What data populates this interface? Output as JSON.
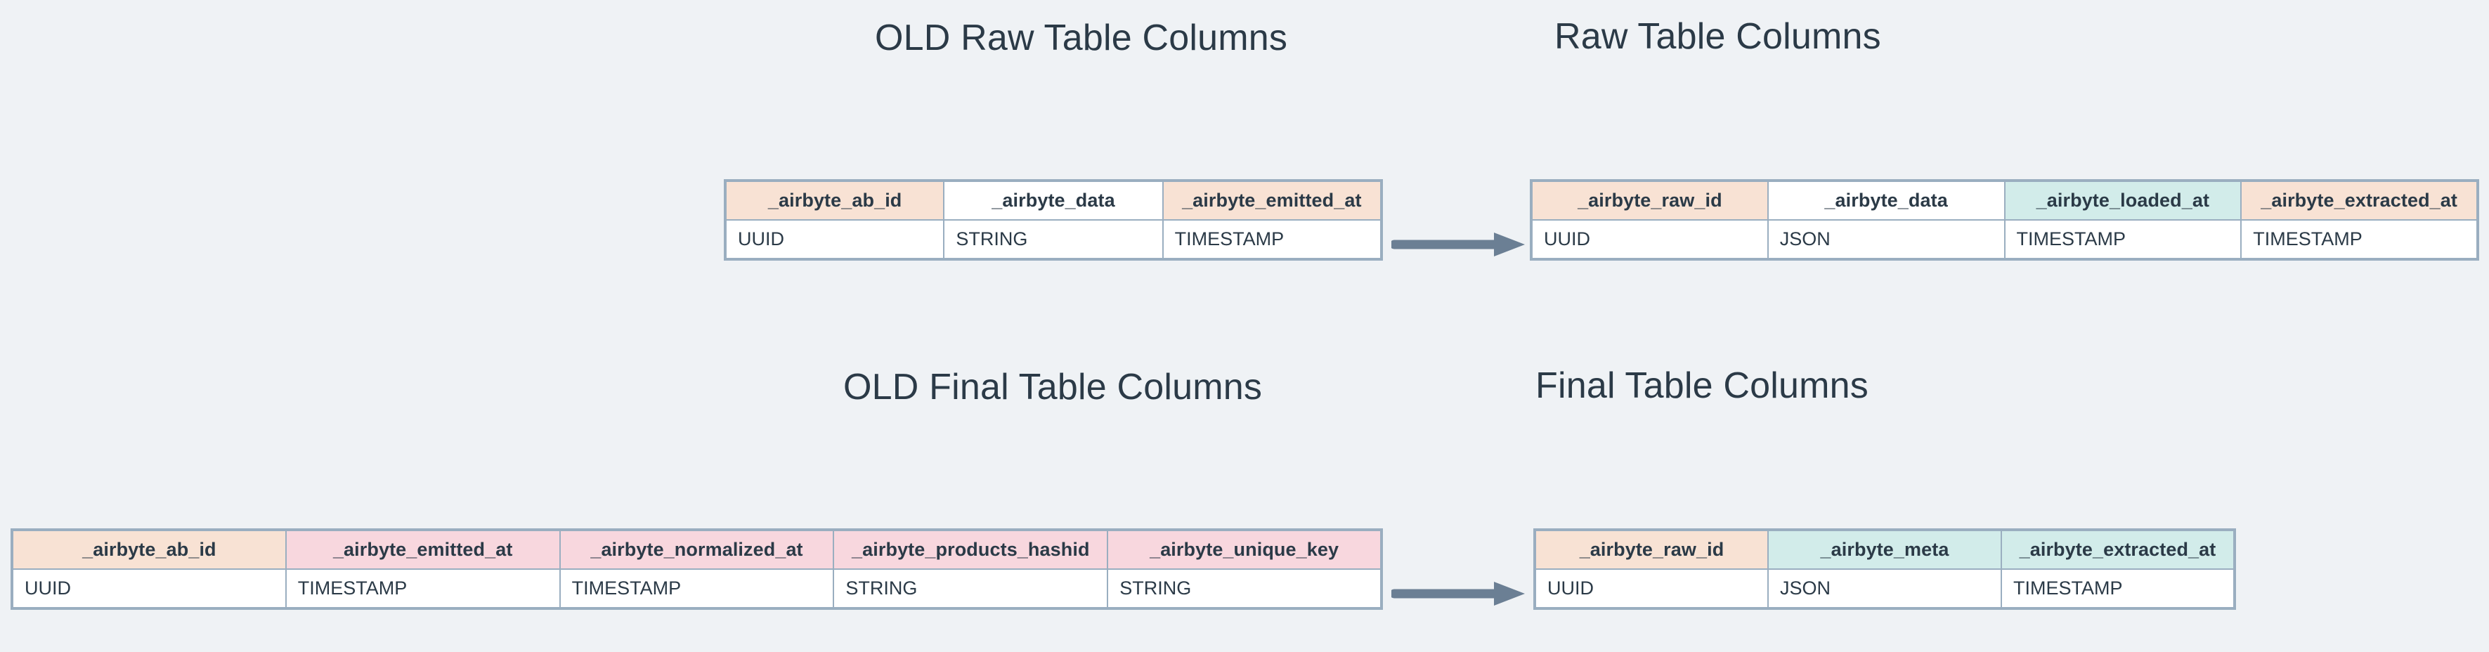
{
  "page": {
    "background_color": "#eff2f5",
    "text_color": "#2b3a47",
    "border_color": "#9aaec0",
    "arrow_color": "#6b7f94",
    "fill_peach": "#f8e2d4",
    "fill_teal": "#d2ecea",
    "fill_pink": "#f8d7de",
    "fill_white": "#ffffff"
  },
  "sections": {
    "raw": {
      "old_title": "OLD Raw Table Columns",
      "new_title": "Raw Table Columns",
      "arrow_label": "transforms-to-arrow"
    },
    "final": {
      "old_title": "OLD Final Table Columns",
      "new_title": "Final Table Columns",
      "arrow_label": "transforms-to-arrow"
    }
  },
  "tables": {
    "old_raw": {
      "name": "OLD Raw Table Columns",
      "columns": [
        {
          "header": "_airbyte_ab_id",
          "type": "UUID",
          "header_fill": "peach",
          "type_fill": "white"
        },
        {
          "header": "_airbyte_data",
          "type": "STRING",
          "header_fill": "white",
          "type_fill": "peach"
        },
        {
          "header": "_airbyte_emitted_at",
          "type": "TIMESTAMP",
          "header_fill": "peach",
          "type_fill": "white"
        }
      ]
    },
    "new_raw": {
      "name": "Raw Table Columns",
      "columns": [
        {
          "header": "_airbyte_raw_id",
          "type": "UUID",
          "header_fill": "peach",
          "type_fill": "white"
        },
        {
          "header": "_airbyte_data",
          "type": "JSON",
          "header_fill": "white",
          "type_fill": "peach"
        },
        {
          "header": "_airbyte_loaded_at",
          "type": "TIMESTAMP",
          "header_fill": "teal",
          "type_fill": "white"
        },
        {
          "header": "_airbyte_extracted_at",
          "type": "TIMESTAMP",
          "header_fill": "peach",
          "type_fill": "white"
        }
      ]
    },
    "old_final": {
      "name": "OLD Final Table Columns",
      "columns": [
        {
          "header": "_airbyte_ab_id",
          "type": "UUID",
          "header_fill": "peach",
          "type_fill": "white"
        },
        {
          "header": "_airbyte_emitted_at",
          "type": "TIMESTAMP",
          "header_fill": "pink",
          "type_fill": "white"
        },
        {
          "header": "_airbyte_normalized_at",
          "type": "TIMESTAMP",
          "header_fill": "pink",
          "type_fill": "white"
        },
        {
          "header": "_airbyte_products_hashid",
          "type": "STRING",
          "header_fill": "pink",
          "type_fill": "white"
        },
        {
          "header": "_airbyte_unique_key",
          "type": "STRING",
          "header_fill": "pink",
          "type_fill": "white"
        }
      ]
    },
    "new_final": {
      "name": "Final Table Columns",
      "columns": [
        {
          "header": "_airbyte_raw_id",
          "type": "UUID",
          "header_fill": "peach",
          "type_fill": "white"
        },
        {
          "header": "_airbyte_meta",
          "type": "JSON",
          "header_fill": "teal",
          "type_fill": "white"
        },
        {
          "header": "_airbyte_extracted_at",
          "type": "TIMESTAMP",
          "header_fill": "teal",
          "type_fill": "white"
        }
      ]
    }
  },
  "icons": {
    "arrow_right": "arrow-right-icon"
  }
}
